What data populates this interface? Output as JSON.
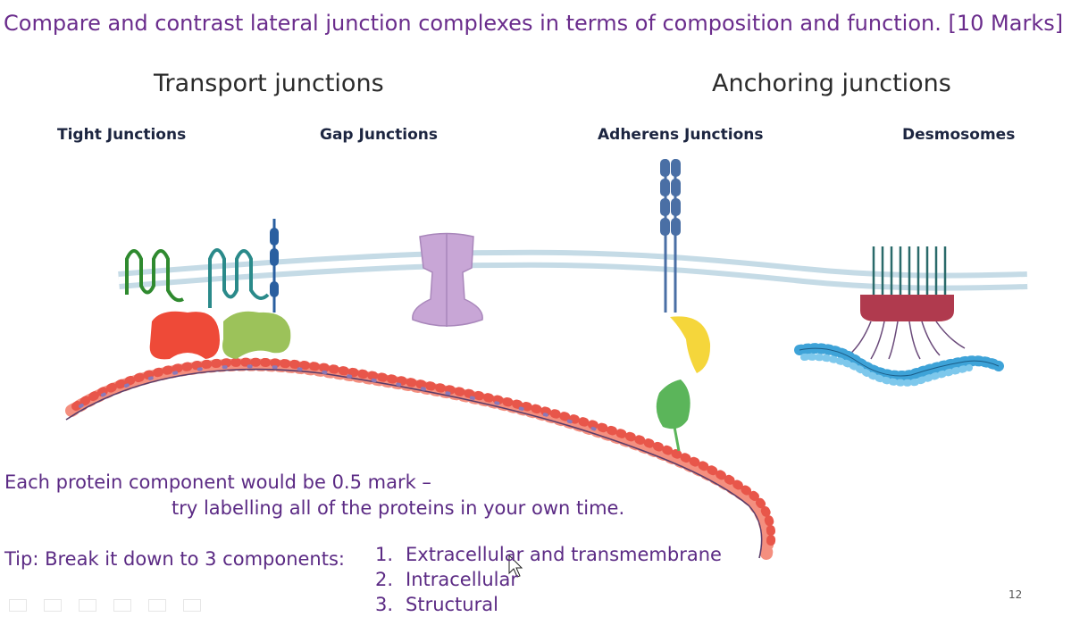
{
  "question": "Compare and contrast lateral junction complexes in terms of composition and function. [10 Marks]",
  "sections": {
    "transport": "Transport junctions",
    "anchoring": "Anchoring junctions"
  },
  "junctions": {
    "tight": "Tight Junctions",
    "gap": "Gap Junctions",
    "adherens": "Adherens Junctions",
    "desmosomes": "Desmosomes"
  },
  "note": {
    "line1": "Each protein component would be 0.5 mark –",
    "line2": "try labelling all of the proteins in your own time."
  },
  "tip": {
    "label": "Tip: Break it down to 3 components:",
    "items": [
      {
        "num": "1.",
        "text": "Extracellular and transmembrane"
      },
      {
        "num": "2.",
        "text": "Intracellular"
      },
      {
        "num": "3.",
        "text": "Structural"
      }
    ]
  },
  "slide_number": "12",
  "colors": {
    "title_purple": "#6a2c8c",
    "membrane": "#b9d3e0",
    "actin_red": "#e8564a",
    "actin_pink": "#f48f7f",
    "connexon": "#c8a6d6",
    "cadherin": "#4a6fa5",
    "catenin_yellow": "#f5d63b",
    "catenin_green": "#5bb55a",
    "plaque": "#b03a4e",
    "keratin": "#3ea3d8"
  }
}
